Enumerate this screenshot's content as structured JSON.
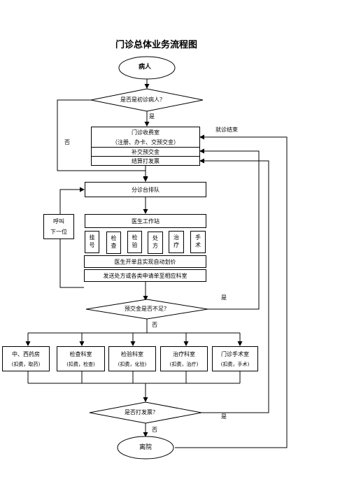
{
  "title": "门诊总体业务流程图",
  "start": "病人",
  "decision_first_visit": "是否是初诊病人？",
  "yes1": "是",
  "no1": "否",
  "fee_room": {
    "line1": "门诊收费室",
    "line2": "（注册、办卡、交预交金）",
    "row2": "补交预交金",
    "row3": "结算打发票"
  },
  "end_visit": "就诊结束",
  "triage": "分诊台排队",
  "call_next": [
    "呼叫",
    "下一位"
  ],
  "doctor_station": "医生工作站",
  "doctor_items": [
    "挂号",
    "检查",
    "检验",
    "处方",
    "治疗",
    "手术"
  ],
  "auto_price": "医生开单且实现自动划价",
  "send_request": "发送处方或各类申请单至相应科室",
  "decision_deposit": "预交金是否不足？",
  "yes2": "是",
  "no2": "否",
  "departments": [
    {
      "name": "中、西药房",
      "sub": "(扣费，取药)"
    },
    {
      "name": "检查科室",
      "sub": "(扣费，检查)"
    },
    {
      "name": "检验科室",
      "sub": "(扣费，化验)"
    },
    {
      "name": "治疗科室",
      "sub": "(扣费，治疗)"
    },
    {
      "name": "门诊手术室",
      "sub": "(扣费，手术)"
    }
  ],
  "decision_invoice": "是否打发票？",
  "yes3": "是",
  "no3": "否",
  "leave": "离院"
}
